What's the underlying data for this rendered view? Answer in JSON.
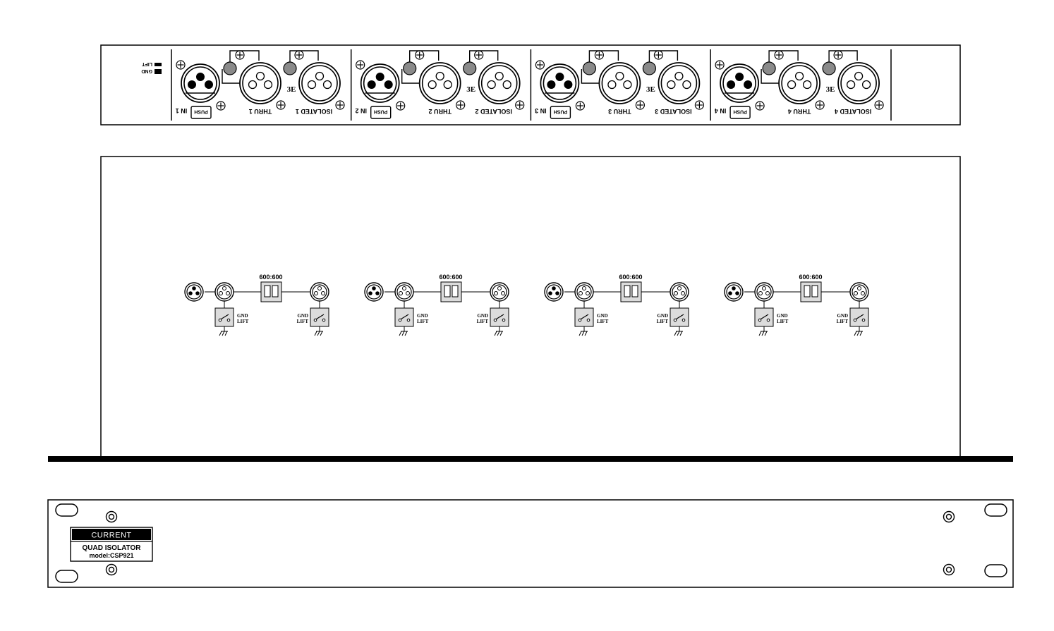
{
  "rear_panel": {
    "ground_switch": {
      "lift_label": "LIFT",
      "gnd_label": "GND"
    },
    "push_label": "PUSH",
    "transformer_symbol": "3E",
    "channels": [
      {
        "in_label": "IN 1",
        "thru_label": "THRU 1",
        "iso_label": "ISOLATED 1"
      },
      {
        "in_label": "IN 2",
        "thru_label": "THRU 2",
        "iso_label": "ISOLATED 2"
      },
      {
        "in_label": "IN 3",
        "thru_label": "THRU 3",
        "iso_label": "ISOLATED 3"
      },
      {
        "in_label": "IN 4",
        "thru_label": "THRU 4",
        "iso_label": "ISOLATED 4"
      }
    ]
  },
  "schematic": {
    "transformer_ratio": "600:600",
    "gnd_word": "GND",
    "lift_word": "LIFT",
    "channel_count": 4
  },
  "front_panel": {
    "brand": "CURRENT",
    "product": "QUAD ISOLATOR",
    "model": "model:CSP921"
  },
  "colors": {
    "ink": "#000000",
    "paper": "#ffffff",
    "grey_knob": "#8a8a8a",
    "box_fill": "#dcdcdc"
  }
}
